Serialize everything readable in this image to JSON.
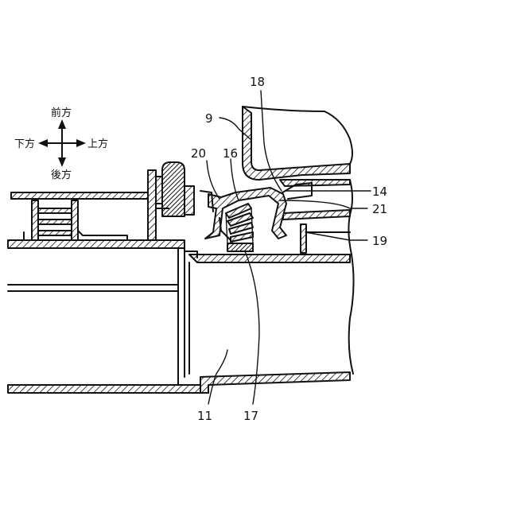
{
  "directions": {
    "up": "前方",
    "left": "下方",
    "right": "上方",
    "down": "後方"
  },
  "refs": {
    "r9": "9",
    "r11": "11",
    "r14": "14",
    "r16": "16",
    "r17": "17",
    "r18": "18",
    "r19": "19",
    "r20": "20",
    "r21": "21"
  }
}
